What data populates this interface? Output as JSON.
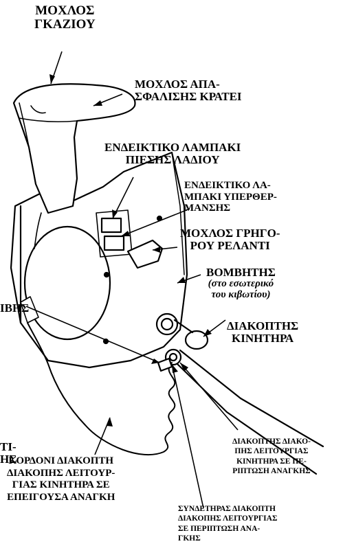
{
  "labels": {
    "throttle_lever": [
      "ΜΟΧΛΟΣ",
      "ΓΚΑΖΙΟΥ"
    ],
    "lock_release_lever": [
      "ΜΟΧΛΟΣ ΑΠΑ-",
      "ΣΦΑΛΙΣΗΣ ΚΡΑΤΕΙ"
    ],
    "oil_pressure_lamp": [
      "ΕΝΔΕΙΚΤΙΚΟ ΛΑΜΠΑΚΙ",
      "ΠΙΕΣΗΣ ΛΑΔΙΟΥ"
    ],
    "overheat_lamp": [
      "ΕΝΔΕΙΚΤΙΚΟ ΛΑ-",
      "ΜΠΑΚΙ ΥΠΕΡΘΕΡ-",
      "ΜΑΝΣΗΣ"
    ],
    "fast_idle_lever": [
      "ΜΟΧΛΟΣ ΓΡΗΓΟ-",
      "ΡΟΥ ΡΕΛΑΝΤΙ"
    ],
    "buzzer": [
      "ΒΟΜΒΗΤΗΣ",
      "(στο εσωτερικό",
      "του κιβωτίου)"
    ],
    "engine_switch": [
      "ΔΙΑΚΟΠΤΗΣ",
      "ΚΙΝΗΤΗΡΑ"
    ],
    "left_partial_top": "ΙΒΗΣ",
    "left_partial_bottom": [
      "ΤΙ-",
      "ΗΣ"
    ],
    "stop_cord": [
      "ΚΟΡΔΟΝΙ ΔΙΑΚΟΠΤΗ",
      "ΔΙΑΚΟΠΗΣ ΛΕΙΤΟΥΡ-",
      "ΓΙΑΣ ΚΙΝΗΤΗΡΑ ΣΕ",
      "ΕΠΕΙΓΟΥΣΑ ΑΝΑΓΚΗ"
    ],
    "emergency_stop_switch": [
      "ΔΙΑΚΟΠΤΗΣ ΔΙΑΚΟ-",
      "ΠΗΣ ΛΕΙΤΟΥΡΓΙΑΣ",
      "ΚΙΝΗΤΗΡΑ ΣΕ ΠΕ-",
      "ΡΙΠΤΩΣΗ ΑΝΑΓΚΗΣ"
    ],
    "emergency_stop_clip": [
      "ΣΥΝΔΕΤΗΡΑΣ ΔΙΑΚΟΠΤΗ",
      "ΔΙΑΚΟΠΗΣ ΛΕΙΤΟΥΡΓΙΑΣ",
      "ΣΕ ΠΕΡΙΠΤΩΣΗ ΑΝΑ-",
      "ΓΚΗΣ"
    ]
  }
}
